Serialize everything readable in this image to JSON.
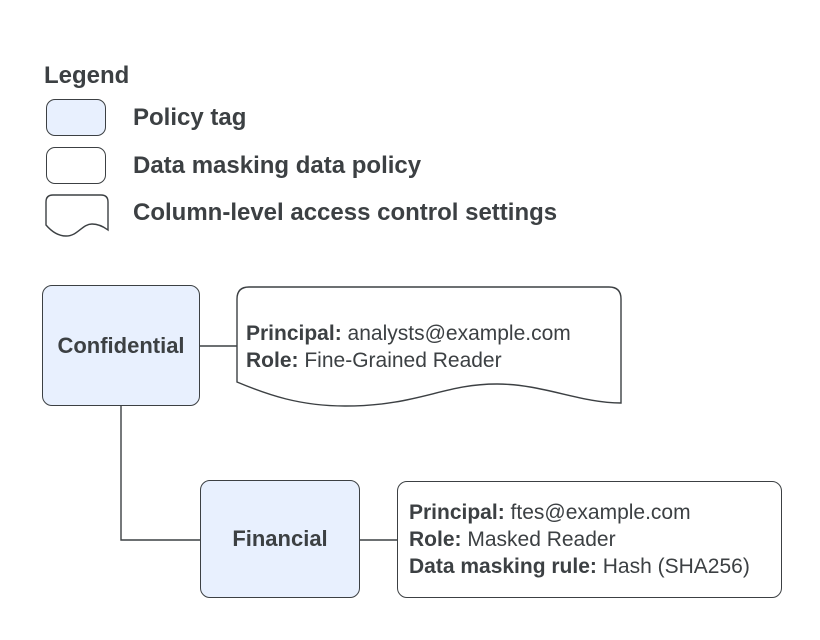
{
  "colors": {
    "policy_tag_fill": "#E8F0FE",
    "stroke": "#3C4043",
    "text": "#3C4043",
    "background": "#FFFFFF"
  },
  "legend": {
    "title": "Legend",
    "items": [
      {
        "swatch": "policy-tag",
        "label": "Policy tag"
      },
      {
        "swatch": "data-masking-data-policy",
        "label": "Data masking data policy"
      },
      {
        "swatch": "column-level-access-control-settings",
        "label": "Column-level access control settings"
      }
    ]
  },
  "nodes": {
    "confidential": {
      "label": "Confidential",
      "type": "policy-tag"
    },
    "financial": {
      "label": "Financial",
      "type": "policy-tag"
    }
  },
  "policies": {
    "column_access": {
      "attached_to": "Confidential",
      "principal_label": "Principal:",
      "principal_value": "analysts@example.com",
      "role_label": "Role:",
      "role_value": "Fine-Grained Reader"
    },
    "data_masking": {
      "attached_to": "Financial",
      "principal_label": "Principal:",
      "principal_value": "ftes@example.com",
      "role_label": "Role:",
      "role_value": "Masked Reader",
      "rule_label": "Data masking rule:",
      "rule_value": "Hash (SHA256)"
    }
  }
}
